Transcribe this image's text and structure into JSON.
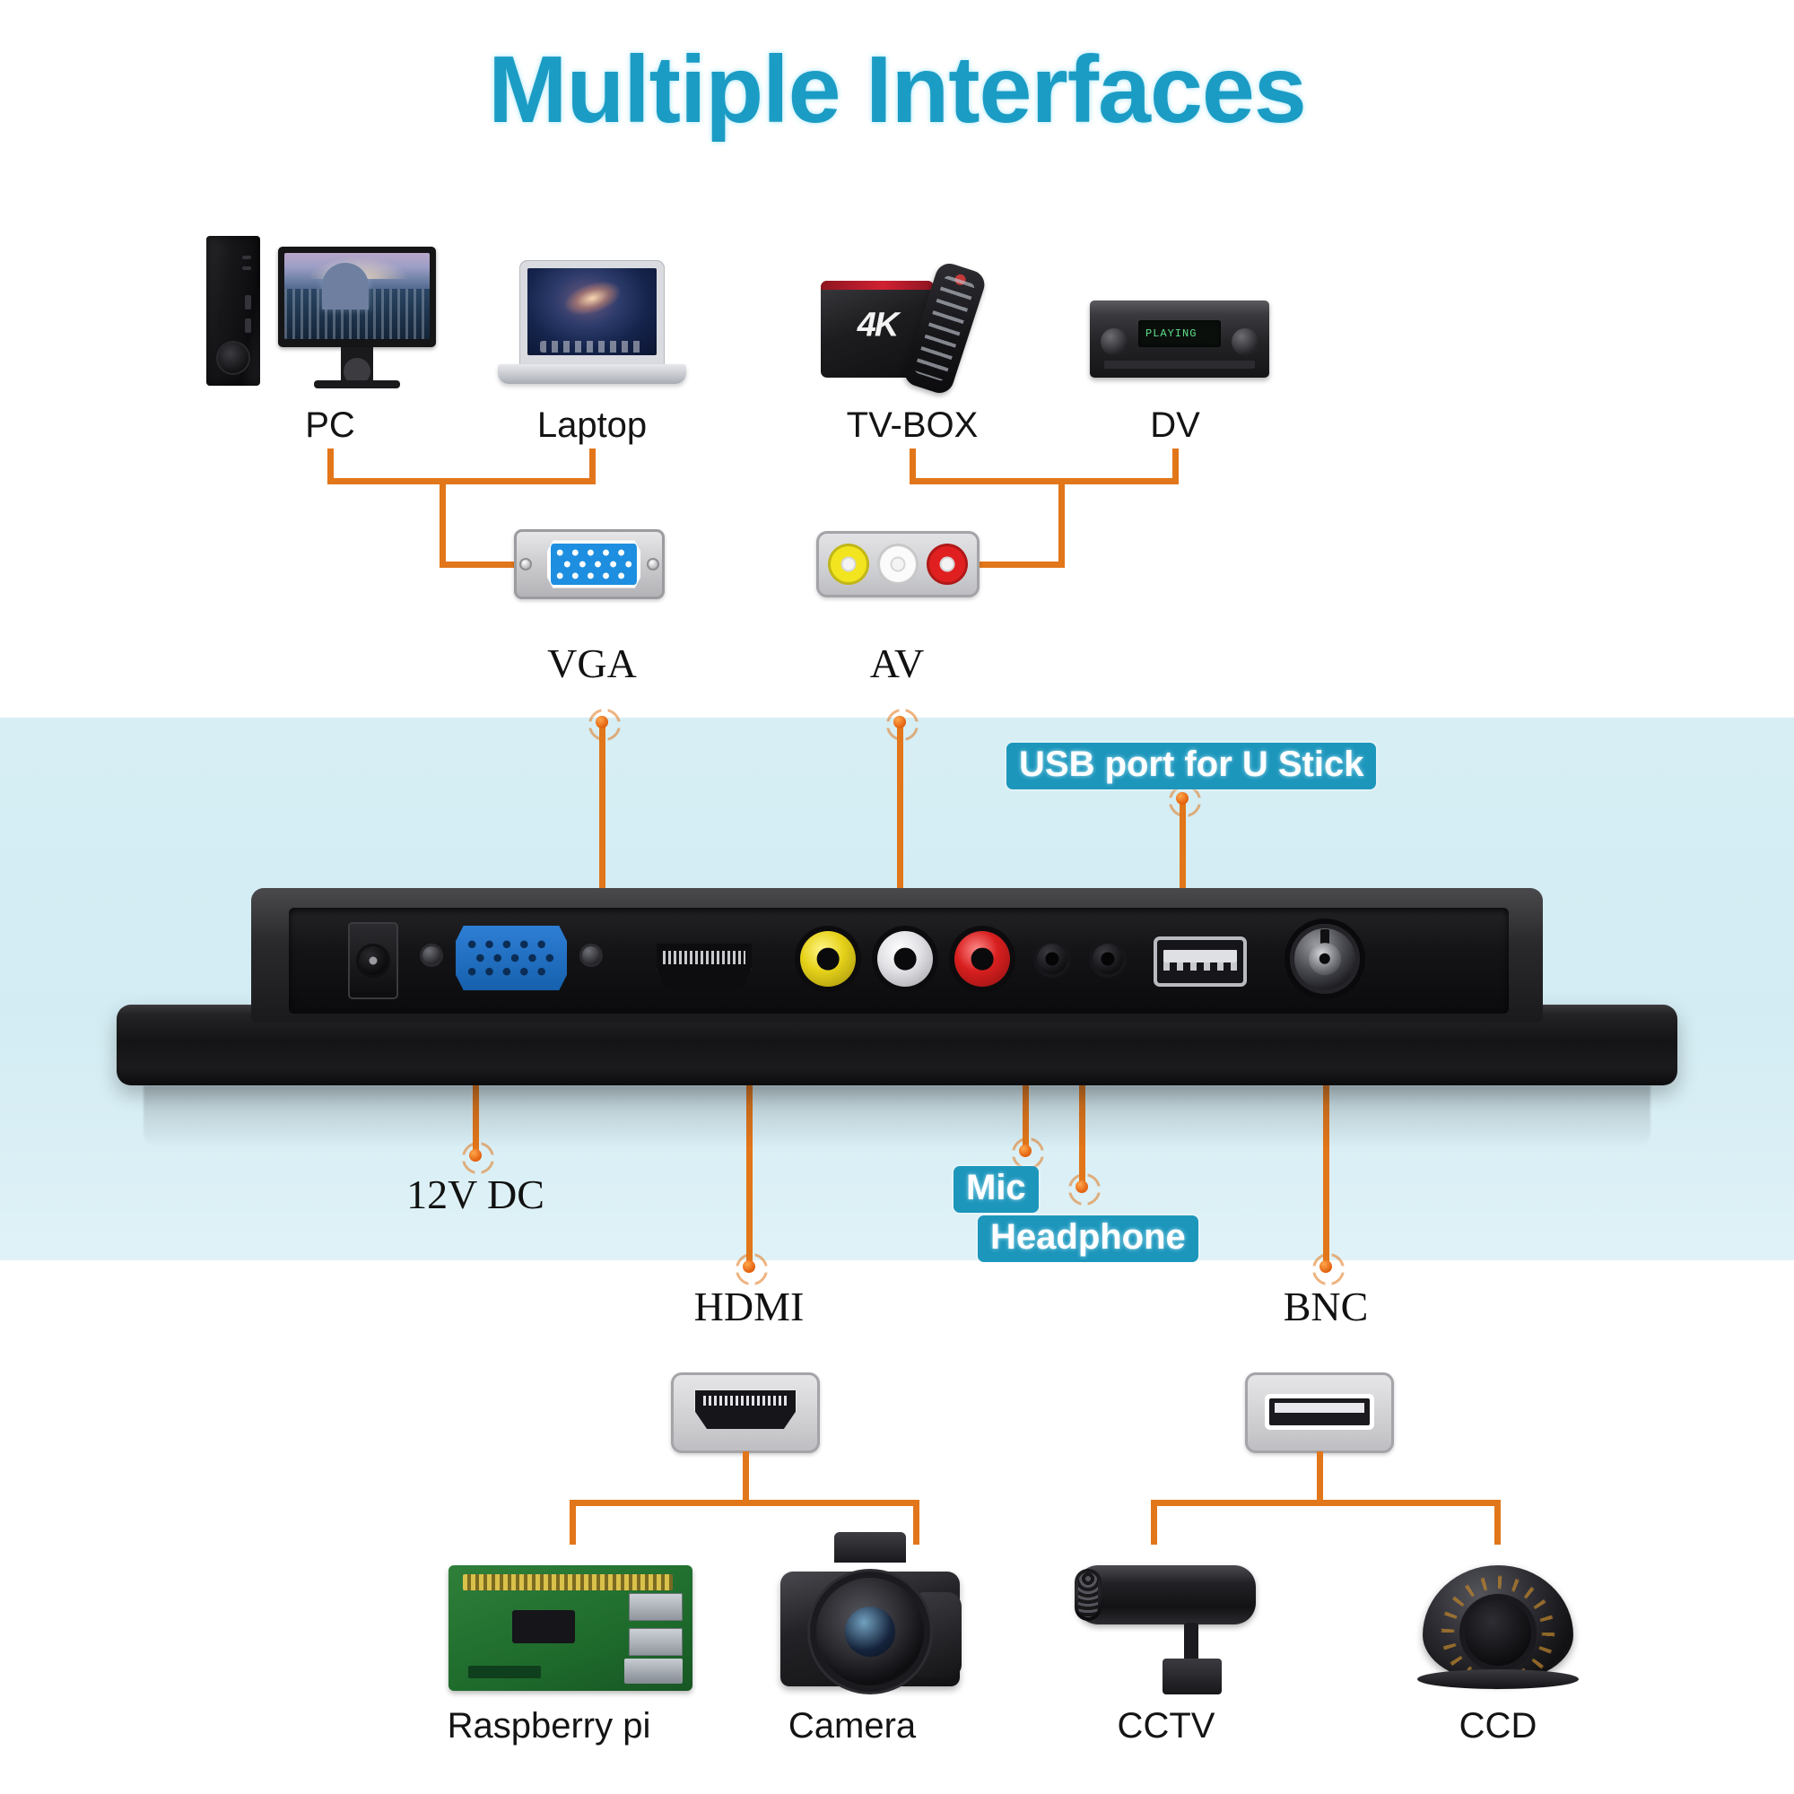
{
  "page": {
    "title": "Multiple Interfaces",
    "accent_teal": "#1b9cc4",
    "badge_teal": "#1d96bc",
    "line_orange": "#e2761a",
    "band_blue": "#d4edf3"
  },
  "sources": {
    "top_devices": [
      {
        "id": "pc",
        "label": "PC",
        "icon": "desktop-computer-icon"
      },
      {
        "id": "laptop",
        "label": "Laptop",
        "icon": "laptop-icon"
      },
      {
        "id": "tvbox",
        "label": "TV-BOX",
        "icon": "tv-box-icon"
      },
      {
        "id": "dv",
        "label": "DV",
        "icon": "dv-recorder-icon"
      }
    ],
    "bottom_devices": [
      {
        "id": "raspberrypi",
        "label": "Raspberry pi",
        "icon": "raspberry-pi-board-icon"
      },
      {
        "id": "camera",
        "label": "Camera",
        "icon": "dslr-camera-icon"
      },
      {
        "id": "cctv",
        "label": "CCTV",
        "icon": "bullet-camera-icon"
      },
      {
        "id": "ccd",
        "label": "CCD",
        "icon": "dome-camera-icon"
      }
    ]
  },
  "connector_icons": {
    "vga": {
      "name": "VGA",
      "icon": "vga-db15-connector-icon",
      "shell": "#c9c9cc",
      "insert": "#1e8fe0"
    },
    "av": {
      "name": "AV",
      "icon": "av-rca-triple-connector-icon",
      "jacks": [
        {
          "channel": "video",
          "color": "#f2e51f"
        },
        {
          "channel": "audio-left",
          "color": "#fbfbfb"
        },
        {
          "channel": "audio-right",
          "color": "#e02020"
        }
      ]
    },
    "hdmi": {
      "name": "HDMI",
      "icon": "hdmi-port-icon"
    },
    "bnc": {
      "name": "BNC",
      "icon": "bnc-port-icon"
    }
  },
  "callouts": {
    "vga": {
      "label": "VGA",
      "style": "plain"
    },
    "av": {
      "label": "AV",
      "style": "plain"
    },
    "usb": {
      "label": "USB port for U Stick",
      "style": "badge"
    },
    "dc": {
      "label": "12V DC",
      "style": "plain"
    },
    "mic": {
      "label": "Mic",
      "style": "badge"
    },
    "headphone": {
      "label": "Headphone",
      "style": "badge"
    },
    "hdmi": {
      "label": "HDMI",
      "style": "plain"
    },
    "bnc": {
      "label": "BNC",
      "style": "plain"
    }
  },
  "monitor_ports": [
    {
      "id": "dc",
      "name": "12V DC power jack"
    },
    {
      "id": "vga",
      "name": "VGA"
    },
    {
      "id": "hdmi",
      "name": "HDMI"
    },
    {
      "id": "av-yellow",
      "name": "AV video"
    },
    {
      "id": "av-white",
      "name": "AV audio left"
    },
    {
      "id": "av-red",
      "name": "AV audio right"
    },
    {
      "id": "mic",
      "name": "Mic"
    },
    {
      "id": "headphone",
      "name": "Headphone"
    },
    {
      "id": "usb",
      "name": "USB"
    },
    {
      "id": "bnc",
      "name": "BNC"
    }
  ],
  "device_art": {
    "tvbox_badge": "4K",
    "dv_display": "PLAYING"
  }
}
